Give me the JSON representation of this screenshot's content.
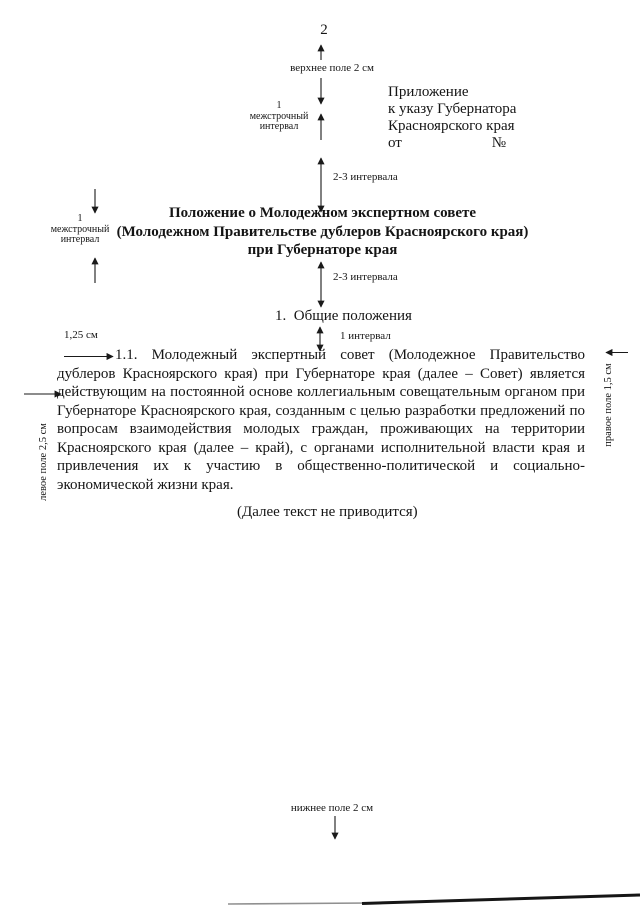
{
  "page": {
    "number": "2",
    "background": "#ffffff",
    "ink": "#151515"
  },
  "annotations": {
    "top_margin": "верхнее поле 2 см",
    "line_spacing_upper": {
      "line1": "1",
      "line2": "межстрочный",
      "line3": "интервал"
    },
    "line_spacing_left": {
      "line1": "1",
      "line2": "межстрочный",
      "line3": "интервал"
    },
    "intervals_2_3_top": "2-3 интервала",
    "intervals_2_3_bottom": "2-3 интервала",
    "interval_1": "1 интервал",
    "indent": "1,25 см",
    "left_margin": "левое поле 2,5 см",
    "right_margin": "правое поле 1,5 см",
    "bottom_margin": "нижнее поле 2 см"
  },
  "appendix": {
    "line1": "Приложение",
    "line2": "к указу Губернатора",
    "line3": "Красноярского края",
    "from_label": "от",
    "number_label": "№"
  },
  "title": {
    "line1": "Положение о Молодежном экспертном совете",
    "line2": "(Молодежном Правительстве дублеров Красноярского края)",
    "line3": "при Губернаторе края"
  },
  "section": {
    "heading": "1.  Общие положения"
  },
  "body": {
    "paragraph": "1.1. Молодежный экспертный совет (Молодежное Правительство дублеров Красноярского края) при Губернаторе края (далее – Совет) является действующим на постоянной основе коллегиальным совещательным органом при Губернаторе Красноярского края, созданным с целью разработки предложений по вопросам взаимодействия молодых граждан, проживающих на территории Красноярского края (далее – край), с органами исполнительной власти края и привлечения их к участию в общественно-политической и социально-экономической жизни края.",
    "note": "(Далее текст не приводится)"
  }
}
